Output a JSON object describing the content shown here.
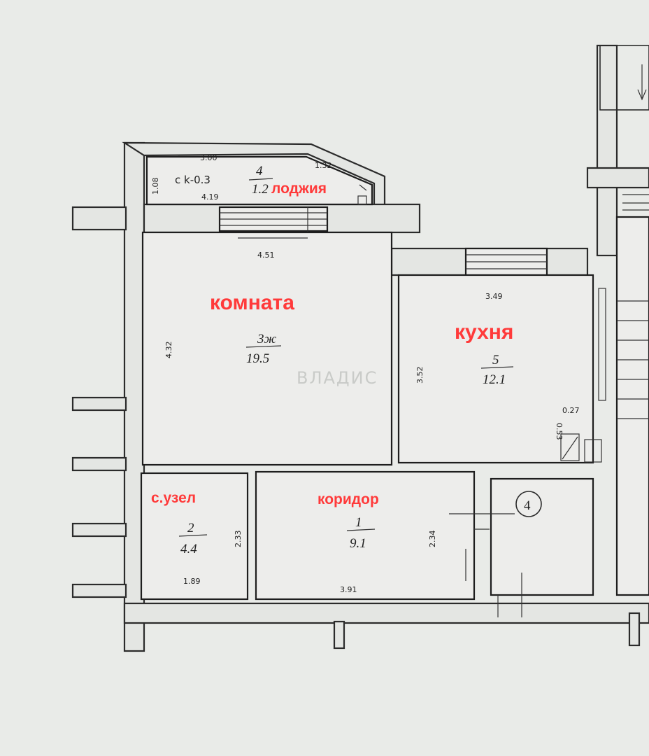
{
  "loggia": {
    "label": "лоджия",
    "note": "c k-0.3",
    "number": "4",
    "area": "1.2",
    "dim_top": "3.00",
    "dim_top_right": "1.32",
    "dim_left": "1.08",
    "dim_bottom": "4.19"
  },
  "living_room": {
    "label": "комната",
    "number": "3ж",
    "area": "19.5",
    "dim_top": "4.51",
    "dim_left": "4.32"
  },
  "kitchen": {
    "label": "кухня",
    "number": "5",
    "area": "12.1",
    "dim_top": "3.49",
    "dim_left": "3.52",
    "dim_small_a": "0.53",
    "dim_small_b": "0.27"
  },
  "bathroom": {
    "label": "с.узел",
    "number": "2",
    "area": "4.4",
    "dim_right": "2.33",
    "dim_bottom": "1.89"
  },
  "corridor": {
    "label": "коридор",
    "number": "1",
    "area": "9.1",
    "dim_right": "2.34",
    "dim_bottom": "3.91"
  },
  "stair_marker": {
    "label": "4"
  },
  "watermark": {
    "text": "ВЛАДИС"
  }
}
